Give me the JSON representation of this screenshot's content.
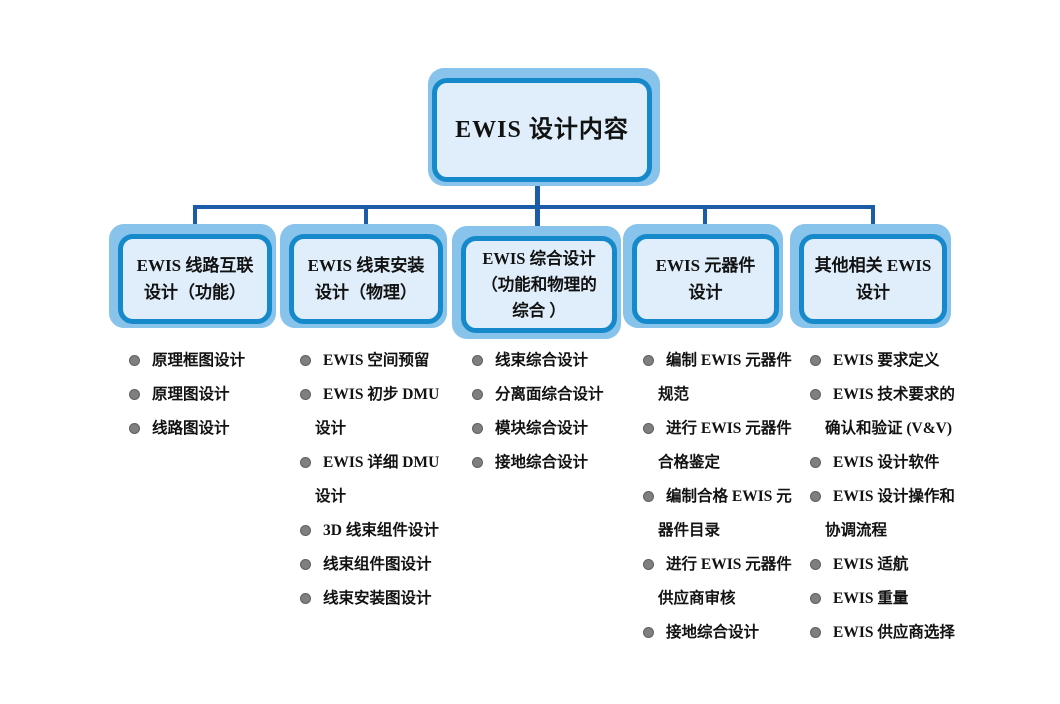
{
  "colors": {
    "box_border": "#1689ca",
    "box_fill": "#dfeefa",
    "box_shadow": "#87c3ea",
    "connector_line": "#1b5ba8",
    "bullet": "#7f7f7f",
    "text": "#121212",
    "background": "#ffffff"
  },
  "root": {
    "label": "EWIS 设计内容"
  },
  "branches": [
    {
      "title": "EWIS 线路互联\n设计（功能）",
      "items": [
        "原理框图设计",
        "原理图设计",
        "线路图设计"
      ]
    },
    {
      "title": "EWIS 线束安装\n设计（物理）",
      "items": [
        "EWIS 空间预留",
        "EWIS 初步 DMU\n设计",
        "EWIS 详细 DMU\n设计",
        "3D 线束组件设计",
        "线束组件图设计",
        "线束安装图设计"
      ]
    },
    {
      "title": "EWIS 综合设计\n（功能和物理的\n综合 ）",
      "items": [
        "线束综合设计",
        "分离面综合设计",
        "模块综合设计",
        "接地综合设计"
      ]
    },
    {
      "title": "EWIS 元器件\n设计",
      "items": [
        "编制 EWIS 元器件\n规范",
        "进行 EWIS 元器件\n合格鉴定",
        "编制合格 EWIS 元\n器件目录",
        "进行 EWIS 元器件\n供应商审核",
        "接地综合设计"
      ]
    },
    {
      "title": "其他相关 EWIS\n设计",
      "items": [
        "EWIS 要求定义",
        "EWIS 技术要求的\n确认和验证 (V&V)",
        "EWIS 设计软件",
        "EWIS 设计操作和\n协调流程",
        "EWIS 适航",
        "EWIS 重量",
        "EWIS 供应商选择"
      ]
    }
  ]
}
